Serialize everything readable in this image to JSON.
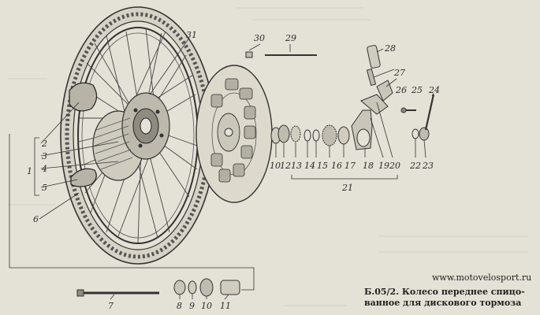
{
  "caption": {
    "line1": "Б.05/2. Колесо переднее спицо-",
    "line2": "ванное для дискового тормоза"
  },
  "site_url": "www.motovelosport.ru",
  "labels": {
    "l1": "1",
    "l2": "2",
    "l3": "3",
    "l4": "4",
    "l5": "5",
    "l6": "6",
    "l7": "7",
    "l8": "8",
    "l9": "9",
    "l10a": "10",
    "l10b": "10",
    "l11": "11",
    "l12": "12",
    "l13": "13",
    "l14": "14",
    "l15": "15",
    "l16": "16",
    "l17": "17",
    "l18": "18",
    "l19": "19",
    "l20": "20",
    "l21": "21",
    "l22": "22",
    "l23": "23",
    "l24": "24",
    "l25": "25",
    "l26": "26",
    "l27": "27",
    "l28": "28",
    "l29": "29",
    "l30": "30",
    "l31": "31"
  }
}
